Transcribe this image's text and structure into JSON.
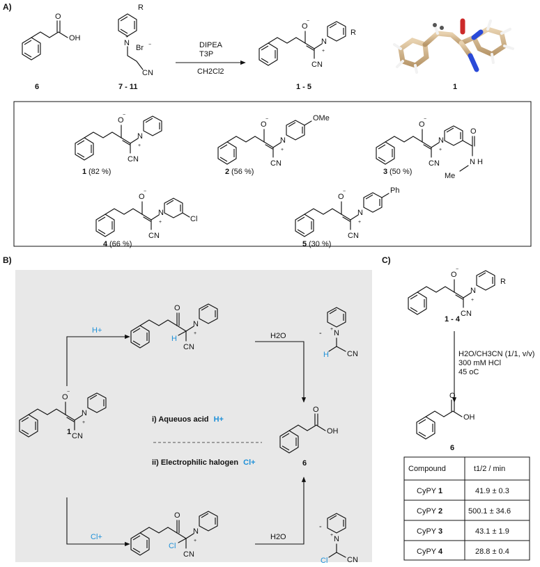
{
  "panels": {
    "a": "A)",
    "b": "B)",
    "c": "C)"
  },
  "reaction_a": {
    "conditions": [
      "DIPEA",
      "T3P",
      "CH2Cl2"
    ],
    "labels": {
      "acid": "6",
      "pyridinium_salt": "7 - 11",
      "product": "1 - 5",
      "crystal": "1"
    },
    "atoms": {
      "o": "O",
      "oh": "OH",
      "n": "N",
      "cn": "CN",
      "r": "R",
      "br": "Br",
      "plus": "+",
      "minus": "−"
    }
  },
  "products": [
    {
      "id": "1",
      "yield": "(82 %)"
    },
    {
      "id": "2",
      "yield": "(56 %)",
      "substituent": "OMe"
    },
    {
      "id": "3",
      "yield": "(50 %)",
      "substituent": "O",
      "amide_nh": "N",
      "amide_h": "H",
      "amide_me": "Me"
    },
    {
      "id": "4",
      "yield": "(66 %)",
      "substituent": "Cl"
    },
    {
      "id": "5",
      "yield": "(30 %)",
      "substituent": "Ph"
    }
  ],
  "mechanism_b": {
    "h_plus": "H+",
    "cl_plus": "Cl+",
    "water": "H2O",
    "route_i": "i) Aqueuos acid",
    "route_ii": "ii) Electrophilic halogen",
    "h": "H",
    "cl": "Cl",
    "compound_label": "1",
    "acid_label": "6",
    "dash": "-",
    "highlight_color": "#1e90d8",
    "background_color": "#e8e8e8"
  },
  "panel_c": {
    "label_reactant": "1 - 4",
    "label_product": "6",
    "conditions": [
      "H2O/CH3CN (1/1, v/v)",
      "300 mM HCl",
      "45 oC"
    ],
    "table": {
      "headers": [
        "Compound",
        "t1/2 / min"
      ],
      "rows": [
        {
          "prefix": "CyPY",
          "id": "1",
          "value": "41.9 ± 0.3"
        },
        {
          "prefix": "CyPY",
          "id": "2",
          "value": "500.1 ± 34.6"
        },
        {
          "prefix": "CyPY",
          "id": "3",
          "value": "43.1 ± 1.9"
        },
        {
          "prefix": "CyPY",
          "id": "4",
          "value": "28.8 ± 0.4"
        }
      ]
    }
  }
}
